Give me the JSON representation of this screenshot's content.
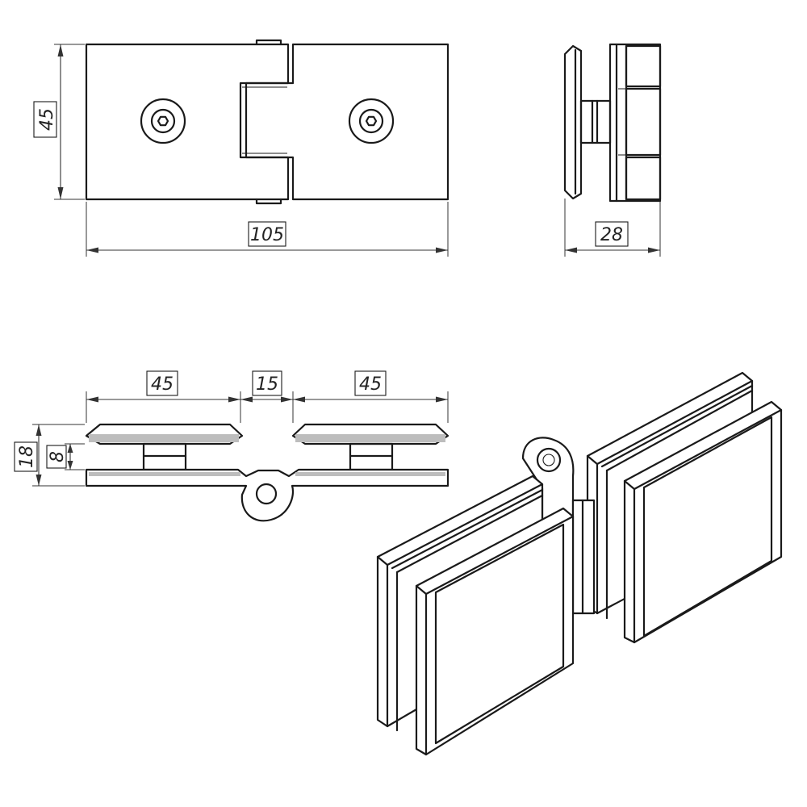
{
  "dimensions": {
    "front_height": "45",
    "front_width": "105",
    "side_depth": "28",
    "top_left_width": "45",
    "top_gap": "15",
    "top_right_width": "45",
    "top_overall_height": "18",
    "top_glass_gap": "8"
  },
  "colors": {
    "line": "#1a1a1a",
    "shade": "#bdbdbd",
    "background": "#ffffff"
  }
}
